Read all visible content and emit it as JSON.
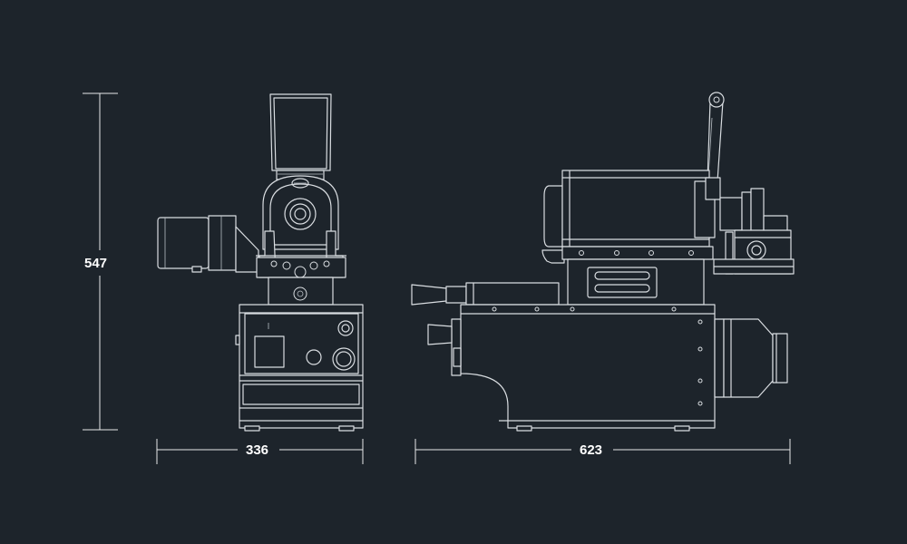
{
  "dimensions": {
    "height": "547",
    "front_width": "336",
    "side_width": "623"
  },
  "colors": {
    "background": "#1d242b",
    "line": "#d9dde1",
    "label": "#ffffff"
  }
}
